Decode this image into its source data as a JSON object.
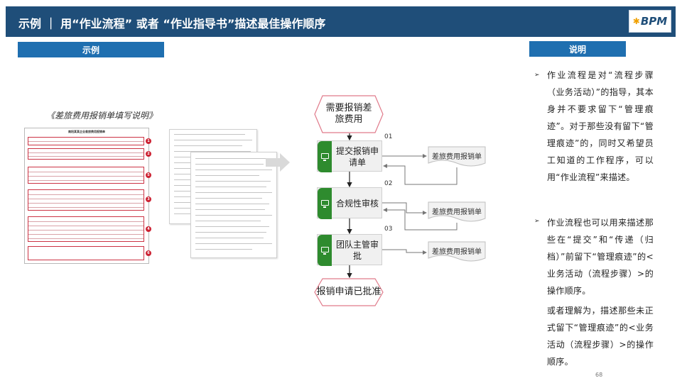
{
  "header": {
    "title": "示例 ｜ 用“作业流程” 或者 “作业指导书”描述最佳操作顺序",
    "logo_text": "BPM",
    "logo_mark": "✱"
  },
  "tags": {
    "example": "示例",
    "note": "说明"
  },
  "form": {
    "caption": "《差旅费用报销单填写说明》",
    "sheet_title": "南阳某某企业差旅费用报销单",
    "badges": [
      "1",
      "2",
      "5",
      "3",
      "4",
      "6"
    ]
  },
  "flow": {
    "start": "需要报销差旅费用",
    "steps": [
      {
        "label": "提交报销申请单",
        "num": "01",
        "doc": "差旅费用报销单"
      },
      {
        "label": "合规性审核",
        "num": "02",
        "doc": "差旅费用报销单"
      },
      {
        "label": "团队主管审批",
        "num": "03",
        "doc": "差旅费用报销单"
      }
    ],
    "end": "报销申请已批准",
    "step_icon": "monitor-icon"
  },
  "notes": {
    "bullet": "➢",
    "paragraph1": "作业流程是对“流程步骤（业务活动）”的指导，其本身并不要求留下“管理痕迹”。对于那些没有留下“管理痕迹”的，同时又希望员工知道的工作程序，可以用“作业流程”来描述。",
    "paragraph2": "作业流程也可以用来描述那些在“提交”和“传递（归档）”前留下“管理痕迹”的<业务活动（流程步骤）>的操作顺序。",
    "paragraph3": "或者理解为，描述那些未正式留下“管理痕迹”的<业务活动（流程步骤）>的操作顺序。"
  },
  "page_number": "68",
  "colors": {
    "header_bg": "#1f4e79",
    "tag_bg": "#1f6fb0",
    "step_green": "#2e8b2e",
    "hex_border": "#e07a8a",
    "form_red": "#cc3344"
  }
}
